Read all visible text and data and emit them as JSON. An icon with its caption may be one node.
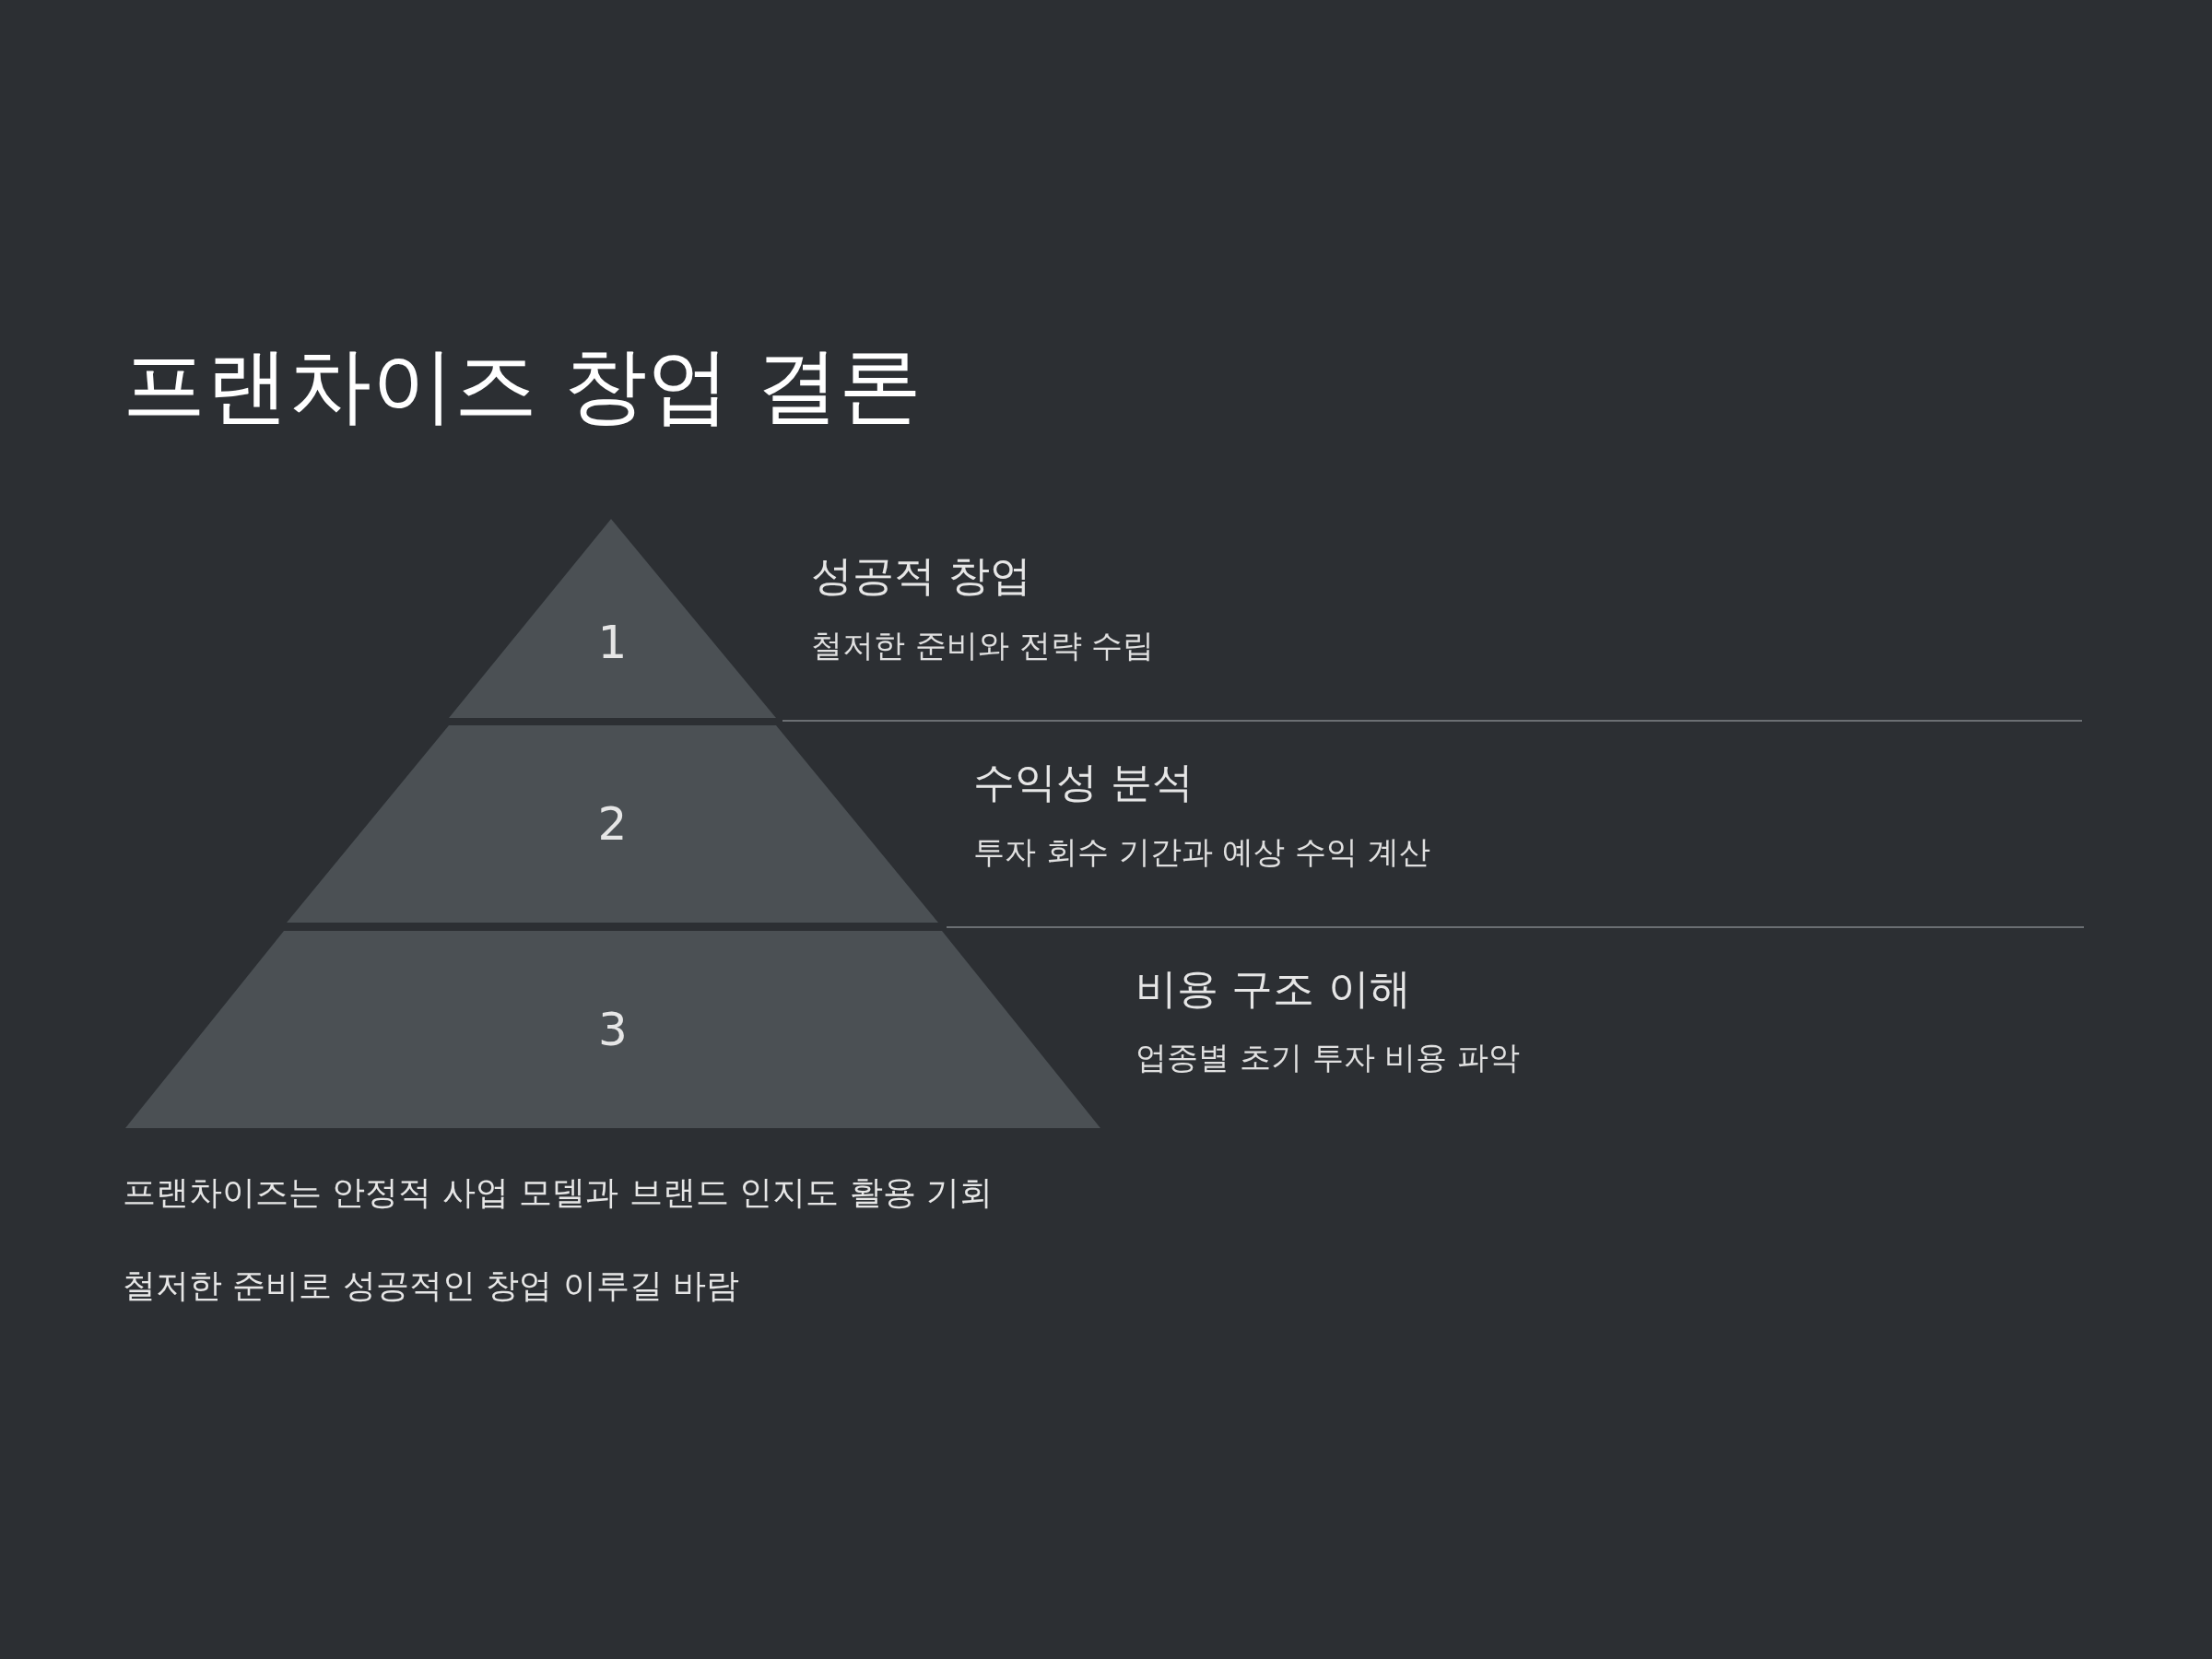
{
  "diagram": {
    "title": "프랜차이즈 창업 결론",
    "nodes": [
      {
        "text": [
          "1"
        ],
        "beside": [
          "성공적 창업",
          "철저한 준비와 전략 수립"
        ]
      },
      {
        "text": [
          "2"
        ],
        "beside": [
          "수익성 분석",
          "투자 회수 기간과 예상 수익 계산"
        ]
      },
      {
        "text": [
          "3"
        ],
        "beside": [
          "비용 구조 이해",
          "업종별 초기 투자 비용 파악"
        ]
      }
    ],
    "labels": [
      "프랜차이즈는 안정적 사업 모델과 브랜드 인지도 활용 기회",
      "철저한 준비로 성공적인 창업 이루길 바람"
    ]
  }
}
